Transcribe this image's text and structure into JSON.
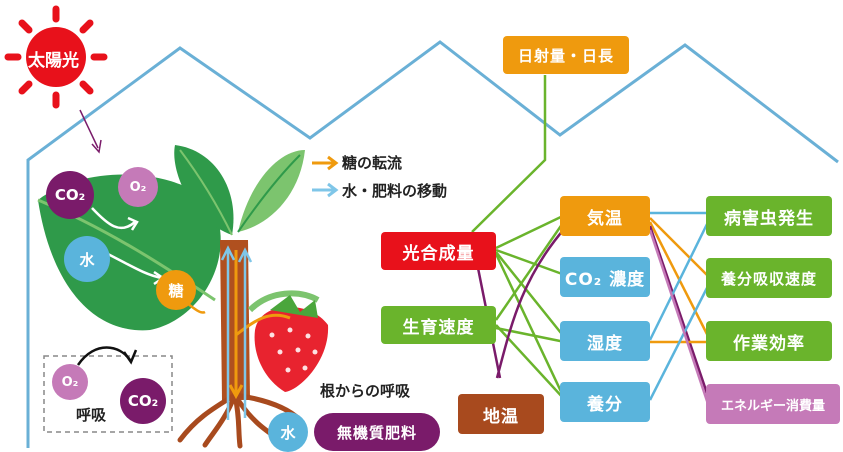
{
  "sun": {
    "label": "太陽光"
  },
  "legend": {
    "sugar_flow": "糖の転流",
    "water_flow": "水・肥料の移動"
  },
  "plant": {
    "co2": "CO₂",
    "o2": "O₂",
    "water": "水",
    "sugar": "糖"
  },
  "respiration_inset": {
    "o2": "O₂",
    "co2": "CO₂",
    "label": "呼吸"
  },
  "roots": {
    "label": "根からの呼吸",
    "water": "水",
    "fertilizer": "無機質肥料"
  },
  "factors": {
    "daylight": "日射量・日長",
    "photosynthesis": "光合成量",
    "growth": "生育速度",
    "soil_temp": "地温",
    "air_temp": "気温",
    "co2_conc": "CO₂ 濃度",
    "humidity": "湿度",
    "nutrient": "養分"
  },
  "outcomes": {
    "pest": "病害虫発生",
    "absorption": "養分吸収速度",
    "work": "作業効率",
    "energy": "エネルギー消費量"
  },
  "colors": {
    "red": "#e8111b",
    "green": "#6ab42c",
    "orange": "#ef9a0e",
    "blue": "#5ab4dc",
    "brown": "#a84a1e",
    "purple": "#7a1b6a",
    "pink": "#c57ab8",
    "house": "#6ab0d6"
  }
}
